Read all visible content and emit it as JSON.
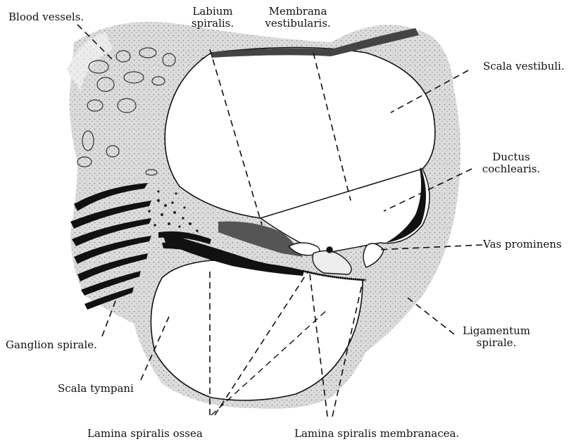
{
  "labels": {
    "blood_vessels": "Blood vessels.",
    "labium_spiralis": [
      "Labium",
      "spiralis."
    ],
    "membrana_vestibularis": [
      "Membrana",
      "vestibularis."
    ],
    "scala_vestibuli": "Scala vestibuli.",
    "ductus_cochlearis": [
      "Ductus",
      "cochlearis."
    ],
    "vas_prominens": "Vas prominens",
    "ligamentum_spirale": [
      "Ligamentum",
      "spirale."
    ],
    "ganglion_spirale": "Ganglion spirale.",
    "scala_tympani": "Scala tympani",
    "lamina_spiralis_ossea": "Lamina spiralis ossea",
    "lamina_spiralis_membranacea": "Lamina spiralis membranacea."
  },
  "colors": {
    "tissue": "#d6d6d6",
    "tissue_dark": "#9a9a9a",
    "ink": "#111111",
    "background": "#ffffff"
  }
}
